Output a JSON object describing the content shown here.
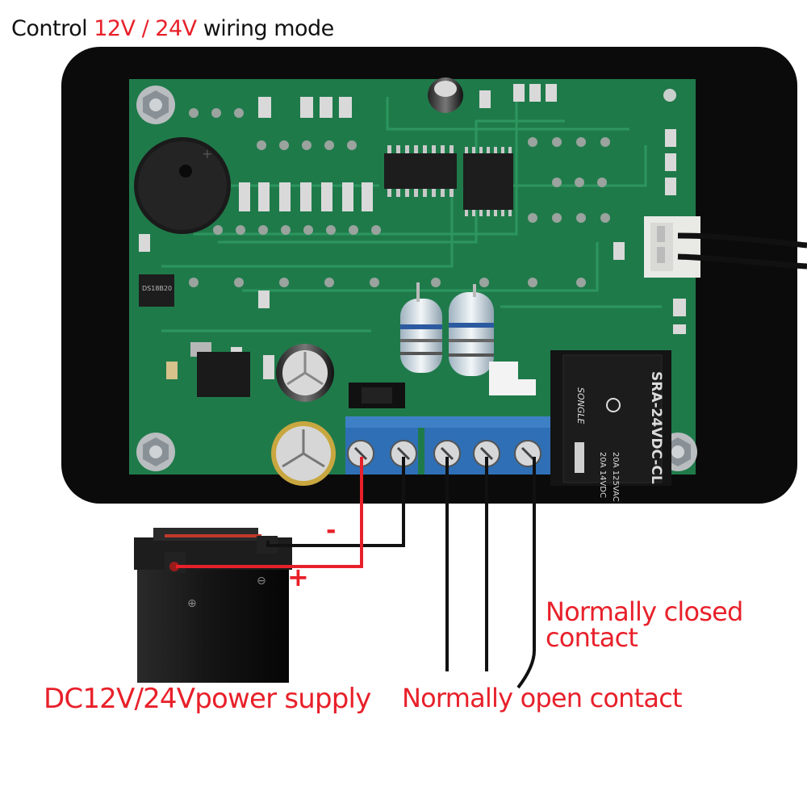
{
  "title": {
    "prefix": "Control ",
    "highlight": "12V / 24V",
    "suffix": " wiring mode"
  },
  "labels": {
    "negative": "-",
    "positive": "+",
    "power_supply": "DC12V/24Vpower supply",
    "normally_closed_line1": "Normally closed",
    "normally_closed_line2": "contact",
    "normally_open": "Normally open contact"
  },
  "relay": {
    "model": "SRA-24VDC-CL",
    "brand": "SONGLE",
    "rating1": "20A 14VDC",
    "rating2": "20A 125VAC"
  },
  "chips": {
    "sensor": "DS18B20"
  },
  "colors": {
    "accent_red": "#e8202a",
    "pcb_green": "#1f7a4a",
    "housing_black": "#0b0b0b",
    "terminal_blue": "#2f6fb5",
    "wire_black": "#111111",
    "wire_red": "#e8202a"
  }
}
